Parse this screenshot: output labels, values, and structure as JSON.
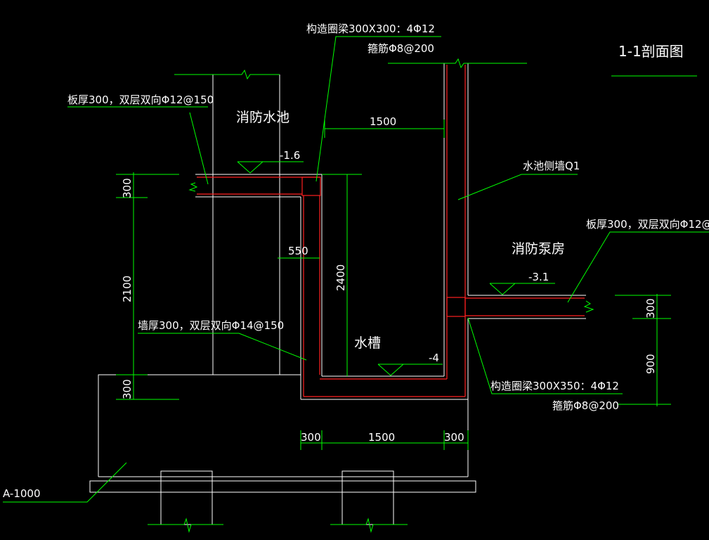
{
  "colors": {
    "background": "#000000",
    "outline": "#ffffff",
    "rebar": "#ff2020",
    "dimension": "#00ff00",
    "text": "#ffffff"
  },
  "drawing": {
    "title": "1-1剖面图",
    "rooms": {
      "fire_pool": "消防水池",
      "pump_room": "消防泵房",
      "sump": "水槽"
    },
    "callouts": {
      "beam_top": "构造圈梁300X300：4Φ12",
      "stirrup_top": "箍筋Φ8@200",
      "slab_top": "板厚300，双层双向Φ12@150",
      "pool_side_wall": "水池侧墙Q1",
      "slab_right": "板厚300，双层双向Φ12@",
      "wall": "墙厚300，双层双向Φ14@150",
      "beam_bottom": "构造圈梁300X350：4Φ12",
      "stirrup_bottom": "箍筋Φ8@200",
      "foundation": "A-1000"
    },
    "elevations": {
      "pool_floor": "-1.6",
      "pump_floor": "-3.1",
      "sump_floor": "-4"
    },
    "dimensions": {
      "left_top": "300",
      "left_mid": "2100",
      "left_bottom": "300",
      "sump_width_top": "1500",
      "step": "550",
      "sump_depth": "2400",
      "right_top": "300",
      "right_bottom": "900",
      "bottom_left": "300",
      "bottom_mid": "1500",
      "bottom_right": "300"
    }
  }
}
